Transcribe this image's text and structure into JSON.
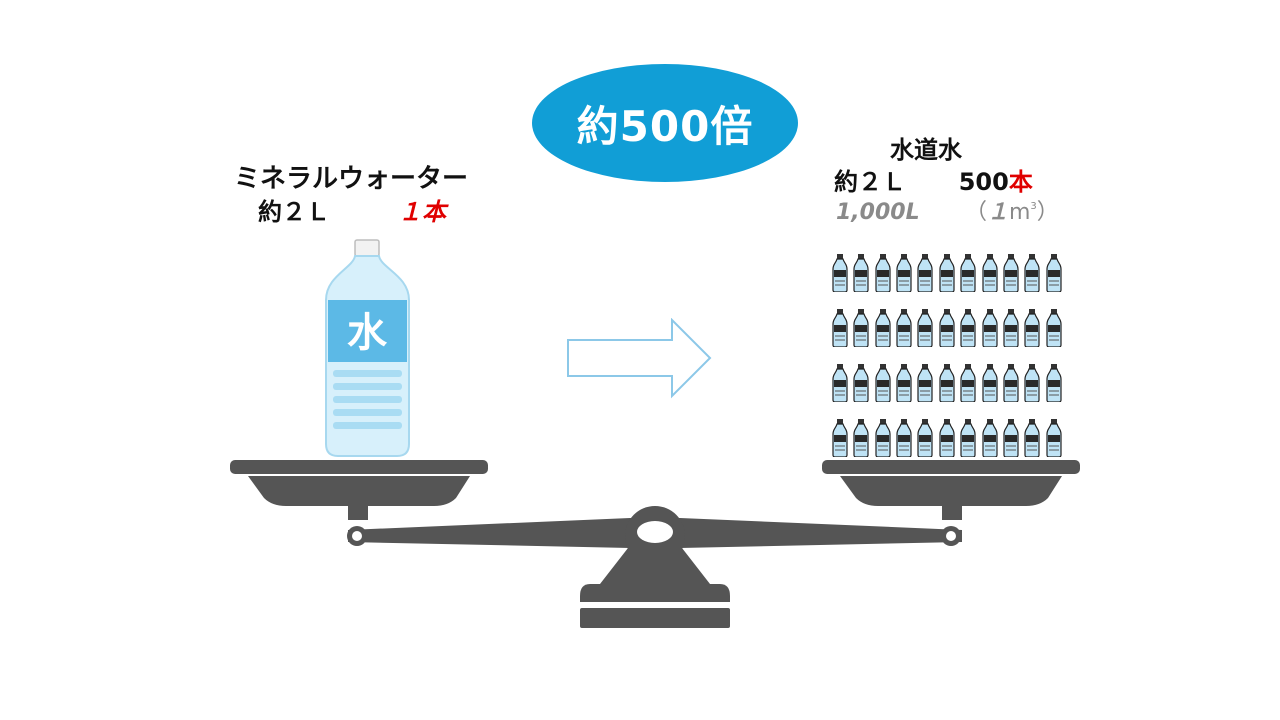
{
  "headline": {
    "text": "約500倍",
    "color": "#119ed6"
  },
  "left": {
    "title": "ミネラルウォーター",
    "volume": "約２Ｌ",
    "count": "１本",
    "bottle_label": "水"
  },
  "right": {
    "title": "水道水",
    "volume": "約２Ｌ",
    "count_number": "500",
    "count_unit": "本",
    "liters": "1,000L",
    "cubic_open": "（",
    "cubic_number": "１",
    "cubic_unit": "m",
    "cubic_sup": "3",
    "cubic_close": "）",
    "bottle_rows": 4,
    "bottle_cols": 11
  },
  "colors": {
    "scale": "#555555",
    "arrow_stroke": "#8cc8e8",
    "accent_red": "#e00000",
    "muted": "#8a8a8a",
    "bottle_blue": "#bfe3f5"
  }
}
